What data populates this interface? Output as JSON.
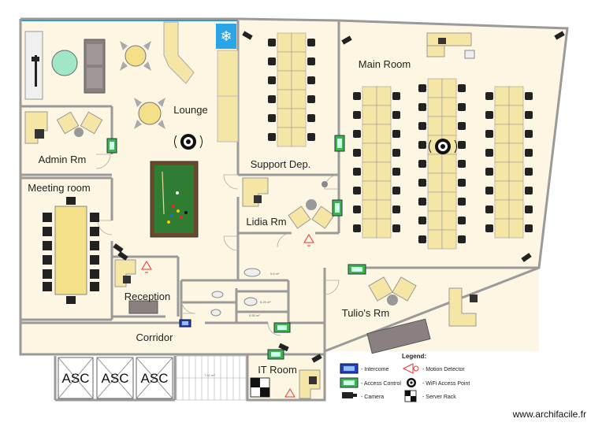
{
  "rooms": {
    "lounge": "Lounge",
    "admin": "Admin Rm",
    "meeting": "Meeting room",
    "support": "Support Dep.",
    "main": "Main Room",
    "lidia": "Lidia Rm",
    "reception": "Reception",
    "corridor": "Corridor",
    "tulio": "Tulio's Rm",
    "it": "IT Room"
  },
  "elevators": [
    "ASC",
    "ASC",
    "ASC"
  ],
  "legend": {
    "title": "Legend:",
    "intercome": "- Intercome",
    "access": "- Access Control",
    "camera": "- Camera",
    "motion": "- Motion Detector",
    "wifi": "- WiFi Access Point",
    "rack": "- Server Rack"
  },
  "area_labels": [
    "7.41 m²",
    "5.8 m²",
    "6.25 m²",
    "5.55 m²"
  ],
  "watermark": "www.archifacile.fr",
  "colors": {
    "floor": "#fdf6e2",
    "wall": "#9a9a9a",
    "desk": "#f5e6a6",
    "green_table": "#2f7d32",
    "access_green": "#3cb54a",
    "intercome_blue": "#1f3fd1",
    "accent_top": "#2a8fd6"
  }
}
